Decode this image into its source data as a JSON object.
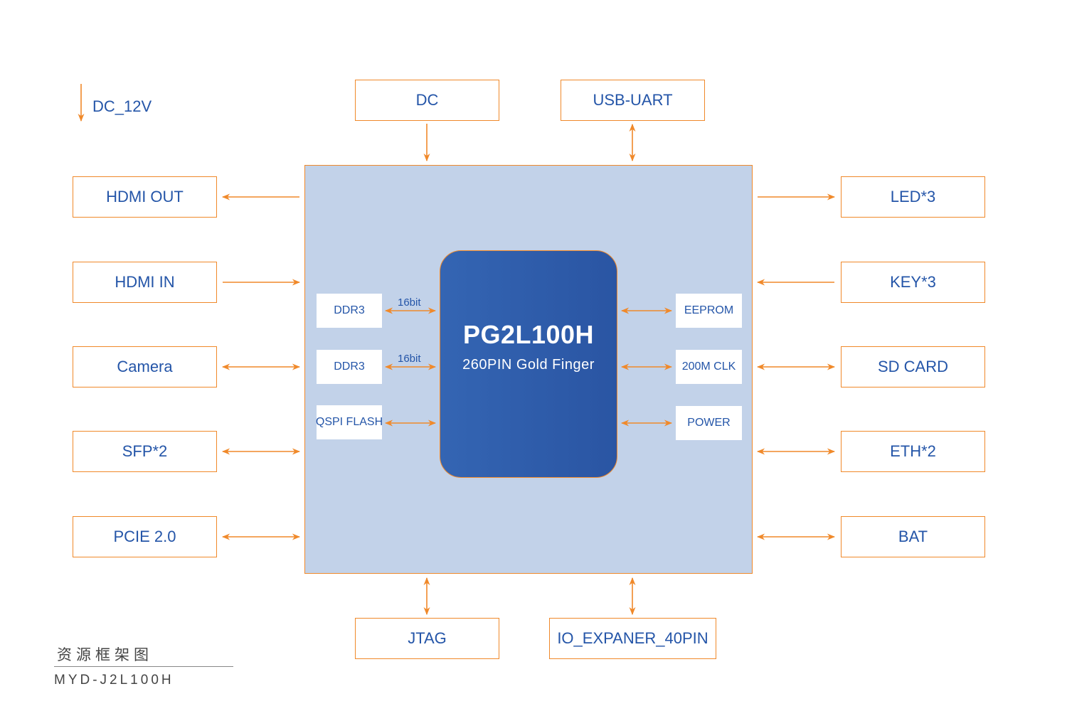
{
  "colors": {
    "accent_orange": "#f0892a",
    "text_blue": "#2455a8",
    "board_fill": "#c2d2e9",
    "chip_fill": "#2f5dab"
  },
  "legend": {
    "power_label": "DC_12V",
    "icon": "arrow-down-icon"
  },
  "top": [
    {
      "label": "DC",
      "direction": "in"
    },
    {
      "label": "USB-UART",
      "direction": "bidirectional"
    }
  ],
  "left": [
    {
      "label": "HDMI OUT",
      "direction": "out"
    },
    {
      "label": "HDMI IN",
      "direction": "in"
    },
    {
      "label": "Camera",
      "direction": "bidirectional"
    },
    {
      "label": "SFP*2",
      "direction": "bidirectional"
    },
    {
      "label": "PCIE 2.0",
      "direction": "bidirectional"
    }
  ],
  "right": [
    {
      "label": "LED*3",
      "direction": "out"
    },
    {
      "label": "KEY*3",
      "direction": "in"
    },
    {
      "label": "SD CARD",
      "direction": "bidirectional"
    },
    {
      "label": "ETH*2",
      "direction": "bidirectional"
    },
    {
      "label": "BAT",
      "direction": "bidirectional"
    }
  ],
  "bottom": [
    {
      "label": "JTAG",
      "direction": "bidirectional"
    },
    {
      "label": "IO_EXPANER_40PIN",
      "direction": "bidirectional"
    }
  ],
  "chip": {
    "title": "PG2L100H",
    "subtitle": "260PIN Gold Finger"
  },
  "inner_left": [
    {
      "label": "DDR3",
      "bus": "16bit"
    },
    {
      "label": "DDR3",
      "bus": "16bit"
    },
    {
      "label": "QSPI FLASH",
      "bus": ""
    }
  ],
  "inner_right": [
    {
      "label": "EEPROM"
    },
    {
      "label": "200M CLK"
    },
    {
      "label": "POWER"
    }
  ],
  "footer": {
    "title": "资源框架图",
    "model": "MYD-J2L100H"
  }
}
